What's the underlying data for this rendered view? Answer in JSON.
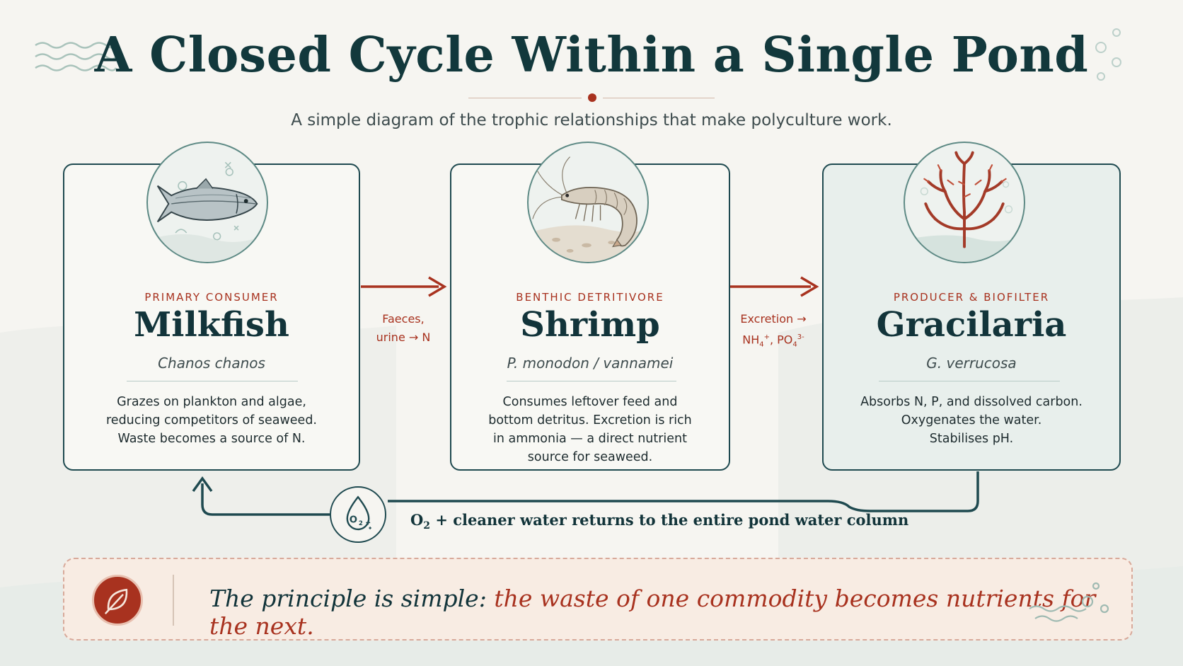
{
  "title": "A Closed Cycle Within a Single Pond",
  "subtitle": "A simple diagram of the trophic relationships that make polyculture work.",
  "cards": [
    {
      "role": "PRIMARY CONSUMER",
      "name": "Milkfish",
      "scientific": "Chanos chanos",
      "lines": [
        "Grazes on plankton and algae,",
        "reducing competitors of seaweed.",
        "Waste becomes a source of N."
      ],
      "icon": "fish-icon"
    },
    {
      "role": "BENTHIC DETRITIVORE",
      "name": "Shrimp",
      "scientific": "P. monodon / vannamei",
      "lines": [
        "Consumes leftover feed and",
        "bottom detritus. Excretion is rich",
        "in ammonia — a direct nutrient",
        "source for seaweed."
      ],
      "icon": "shrimp-icon"
    },
    {
      "role": "PRODUCER & BIOFILTER",
      "name": "Gracilaria",
      "scientific": "G. verrucosa",
      "lines": [
        "Absorbs N, P, and dissolved carbon.",
        "Oxygenates the water.",
        "Stabilises pH."
      ],
      "icon": "seaweed-icon"
    }
  ],
  "flows": {
    "fish_to_shrimp": [
      "Faeces,",
      "urine → N"
    ],
    "shrimp_to_seaweed": {
      "line1": "Excretion →",
      "nh": "NH",
      "nh_sub": "4",
      "nh_sup": "+",
      "sep": ", ",
      "po": "PO",
      "po_sub": "4",
      "po_sup": "3-"
    }
  },
  "loop": {
    "o2": "O",
    "o2_sub": "2",
    "rest": " + cleaner water returns to the entire pond water column",
    "icon": "oxygen-drop-icon"
  },
  "banner": {
    "lead": "The principle is simple: ",
    "highlight": "the waste of one commodity becomes nutrients for the next.",
    "icon": "leaf-icon"
  },
  "colors": {
    "teal": "#12343a",
    "rust": "#a8321f",
    "background": "#f6f5f1"
  }
}
